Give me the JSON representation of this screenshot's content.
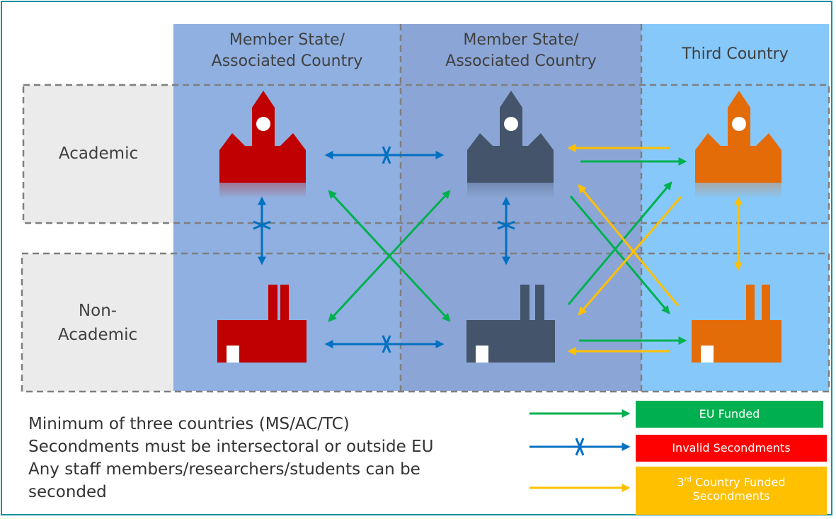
{
  "columns": [
    {
      "line1": "Member State/",
      "line2": "Associated Country"
    },
    {
      "line1": "Member State/",
      "line2": "Associated Country"
    },
    {
      "line1": "Third Country",
      "line2": ""
    }
  ],
  "rows": {
    "academic": "Academic",
    "non_academic_line1": "Non-",
    "non_academic_line2": "Academic"
  },
  "notes": [
    "Minimum of three countries (MS/AC/TC)",
    "Secondments must be intersectoral or outside EU",
    "Any staff members/researchers/students can be",
    "seconded"
  ],
  "legend": {
    "eu_funded": "EU Funded",
    "invalid": "Invalid Secondments",
    "third_country_funded_pre": "3",
    "third_country_funded_sup": "rd",
    "third_country_funded_line1": " Country Funded",
    "third_country_funded_line2": "Secondments"
  },
  "colors": {
    "eu_funded": "#00b050",
    "invalid": "#0070c0",
    "third_country_funded": "#ffc000",
    "ms_building": "#c00000",
    "ac_building": "#44546a",
    "tc_building": "#e36c09"
  },
  "icons": [
    "university-icon",
    "factory-icon"
  ]
}
